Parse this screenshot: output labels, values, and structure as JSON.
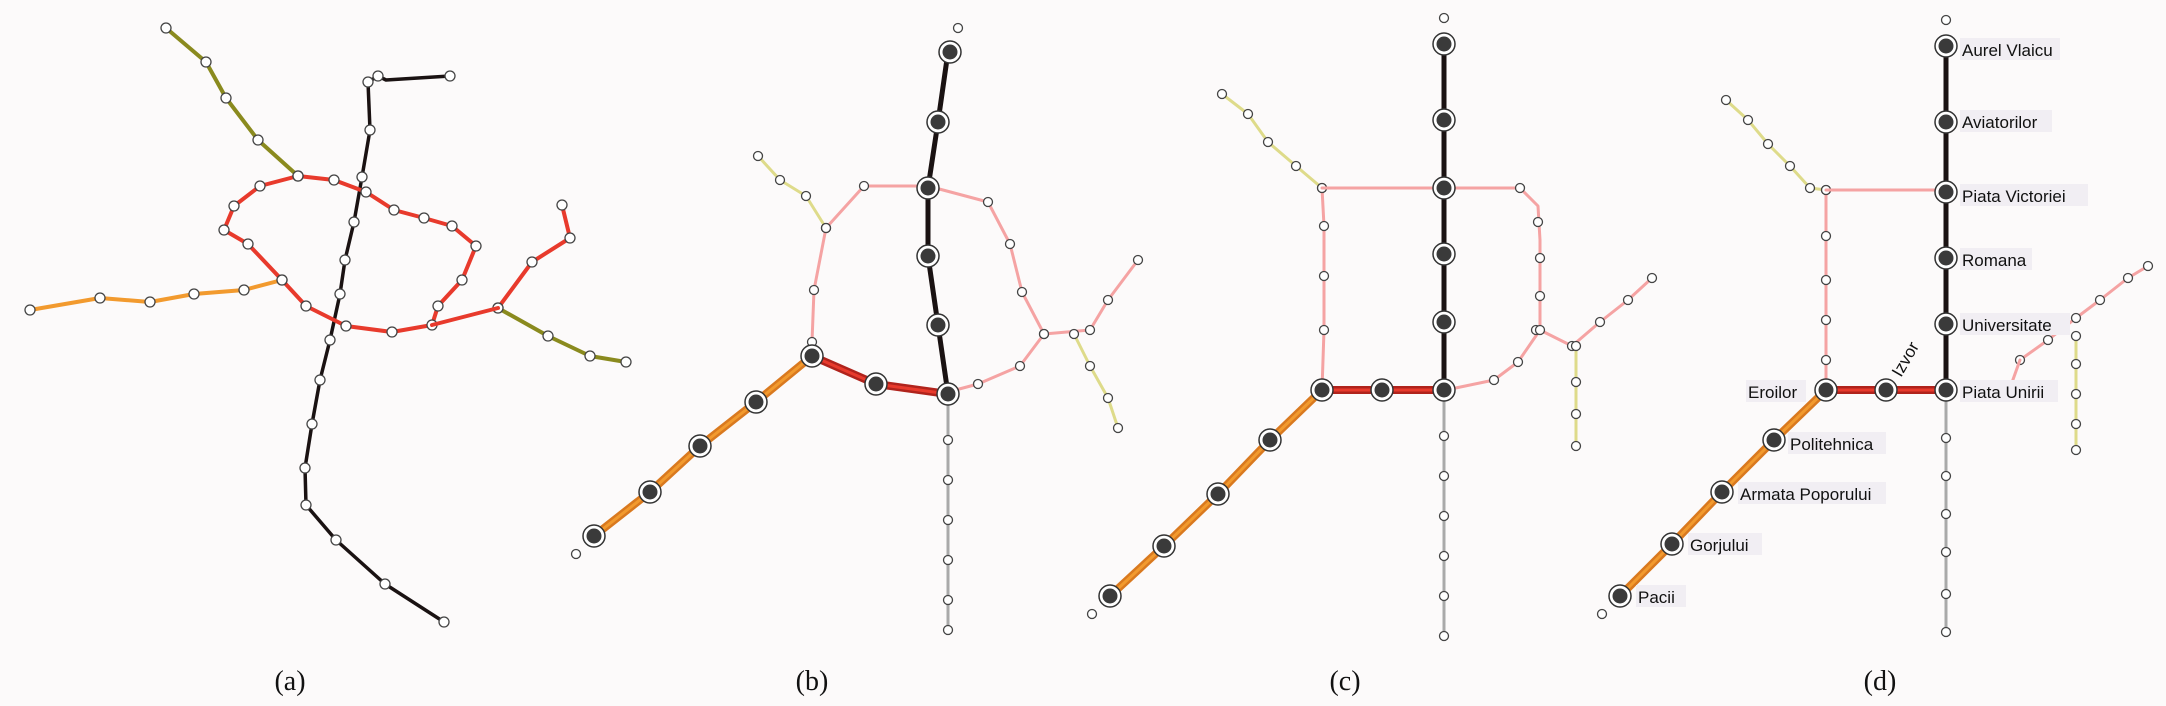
{
  "panels": [
    {
      "id": "a",
      "caption": "(a)"
    },
    {
      "id": "b",
      "caption": "(b)"
    },
    {
      "id": "c",
      "caption": "(c)"
    },
    {
      "id": "d",
      "caption": "(d)"
    }
  ],
  "colors": {
    "black_line": "#1a1212",
    "red_line": "#e83a2c",
    "orange_line": "#f29a2e",
    "olive_line": "#8a8a1e",
    "faded_red": "#f5a3a3",
    "faded_yellow": "#dedb8a",
    "faded_gray": "#a9a9a9",
    "dark_red": "#b0231c",
    "orange_dark": "#d9791f",
    "station_fill": "#ffffff",
    "station_dark": "#3a3a3a"
  },
  "station_labels": {
    "aurel_vlaicu": "Aurel Vlaicu",
    "aviatorilor": "Aviatorilor",
    "piata_victoriei": "Piata Victoriei",
    "romana": "Romana",
    "universitate": "Universitate",
    "piata_unirii": "Piata Unirii",
    "izvor": "Izvor",
    "eroilor": "Eroilor",
    "politehnica": "Politehnica",
    "armata_poporului": "Armata Poporului",
    "gorjului": "Gorjului",
    "pacii": "Pacii"
  }
}
